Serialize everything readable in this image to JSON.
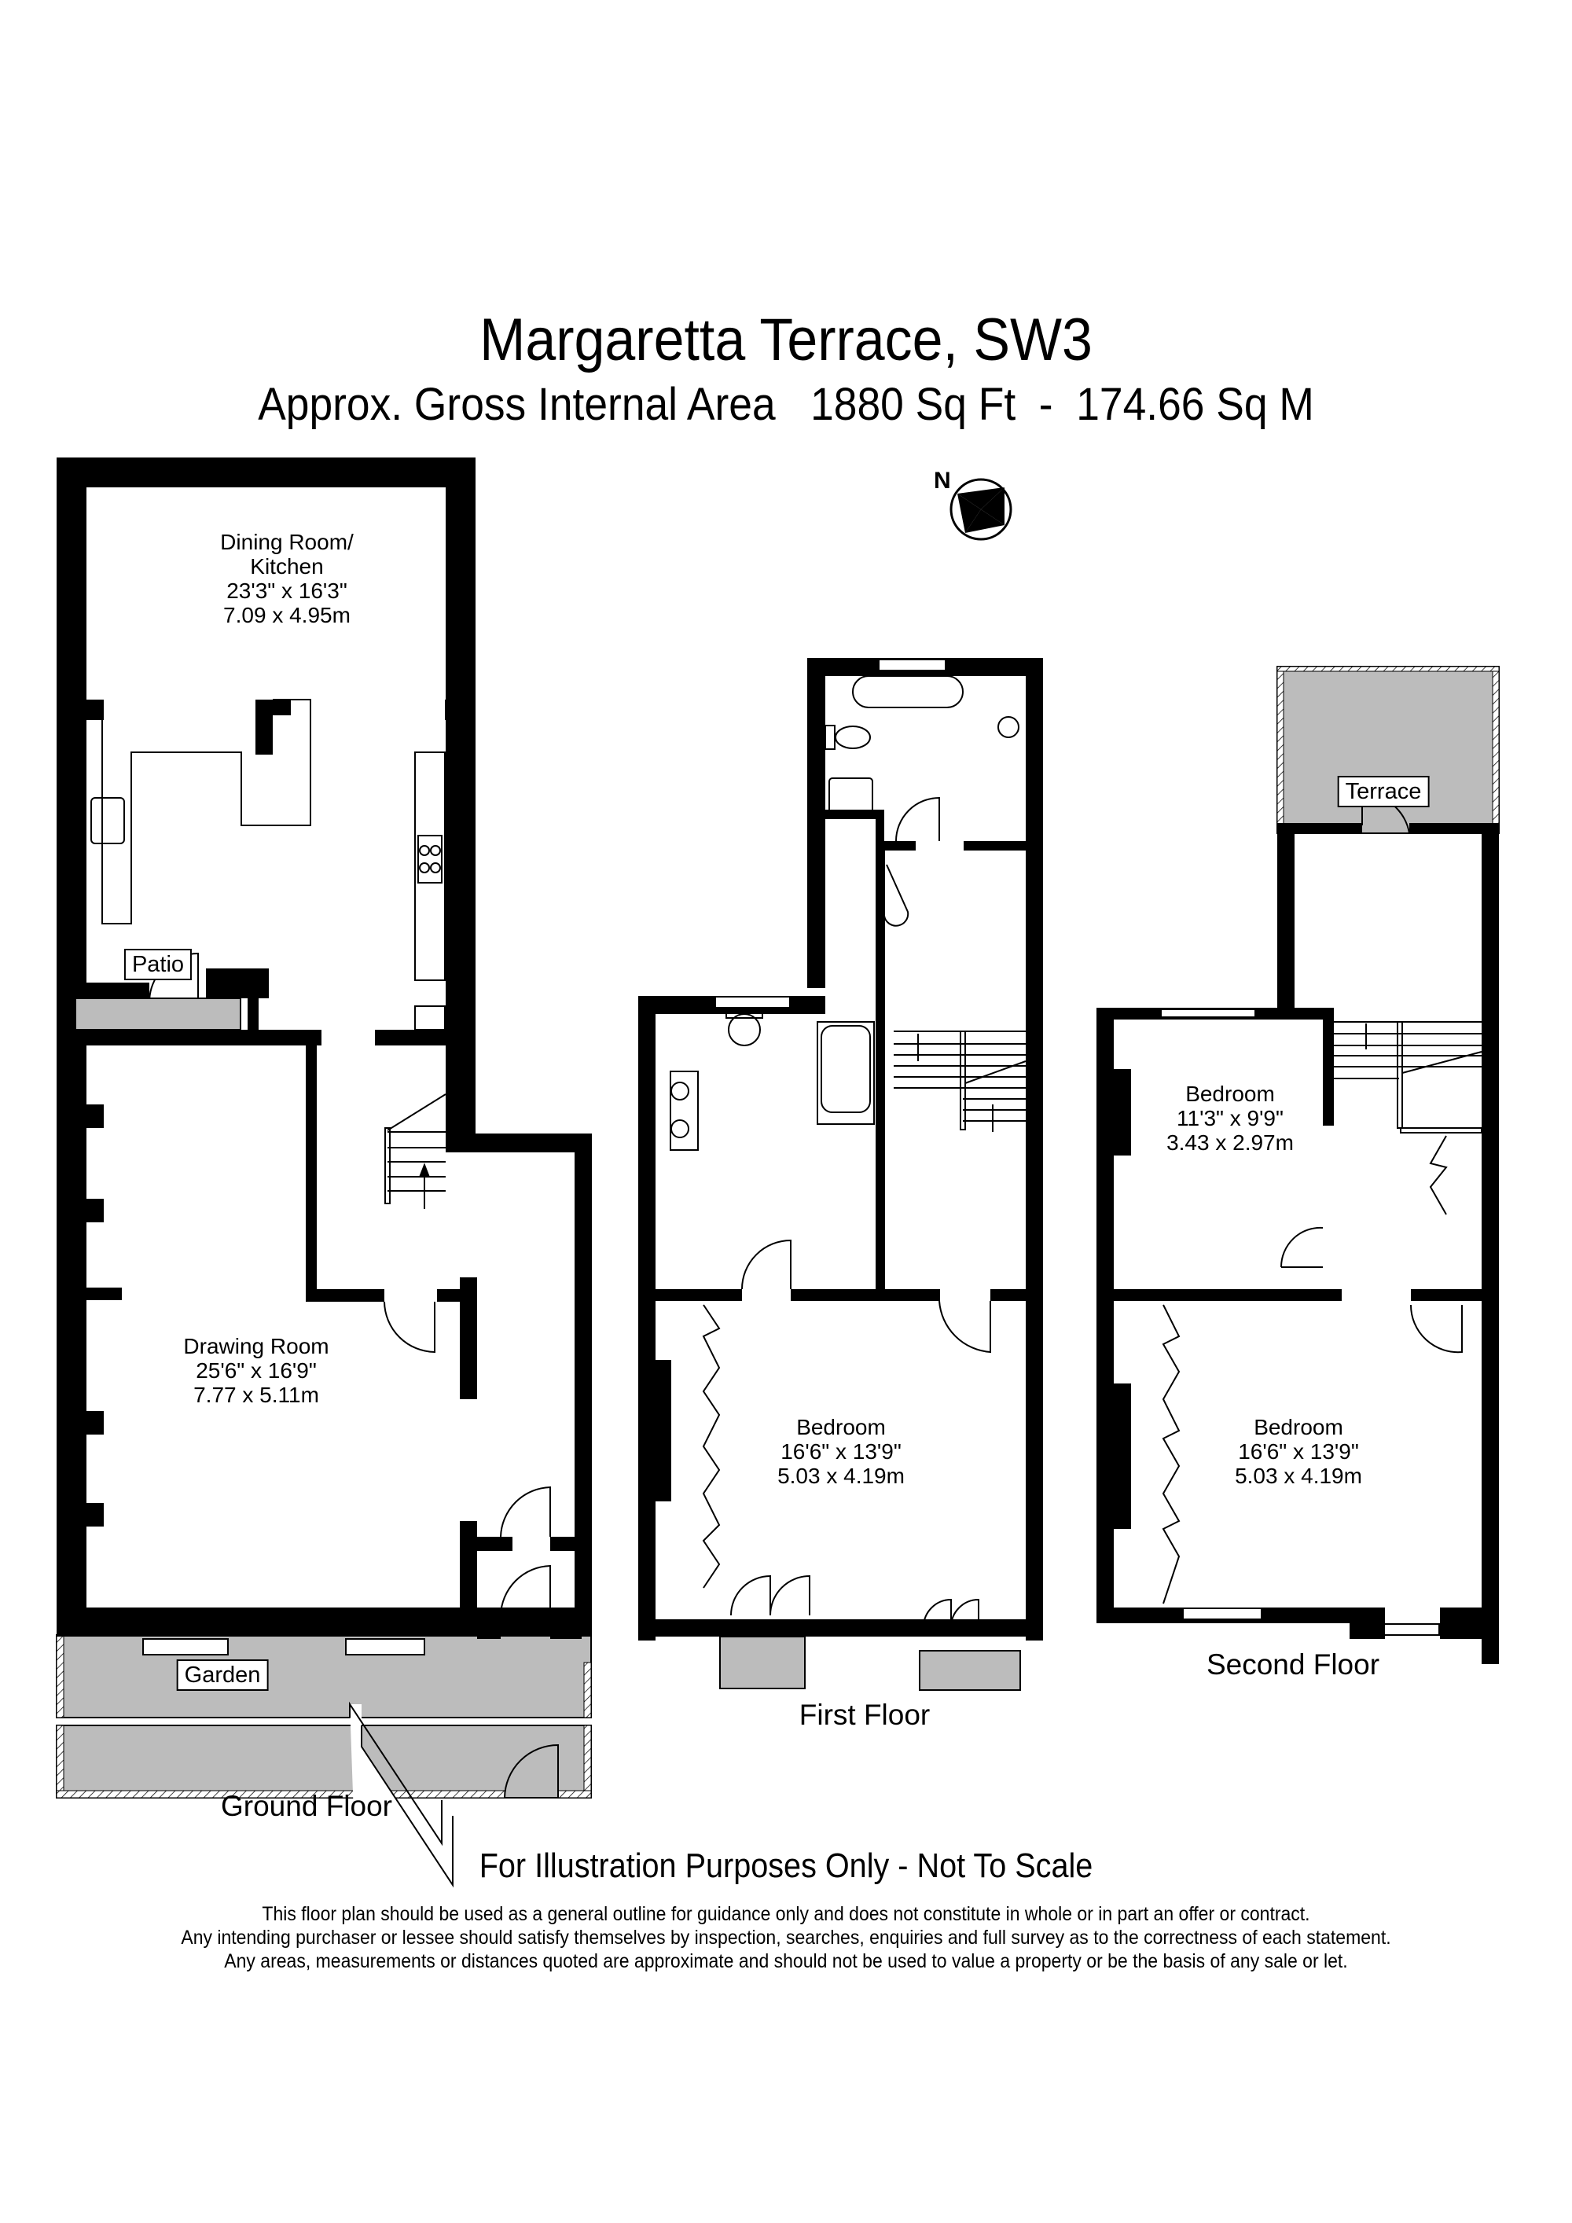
{
  "header": {
    "title": "Margaretta Terrace, SW3",
    "subtitle": "Approx. Gross Internal Area   1880 Sq Ft  -  174.66 Sq M"
  },
  "compass": {
    "label": "N",
    "icon": "compass-rose-icon"
  },
  "floors": {
    "ground": {
      "label": "Ground Floor",
      "rooms": [
        {
          "name": "Dining Room/",
          "name2": "Kitchen",
          "imperial": "23'3\" x 16'3\"",
          "metric": "7.09 x 4.95m"
        },
        {
          "name": "Drawing Room",
          "imperial": "25'6\" x 16'9\"",
          "metric": "7.77 x 5.11m"
        }
      ],
      "tags": {
        "patio": "Patio",
        "garden": "Garden"
      }
    },
    "first": {
      "label": "First Floor",
      "rooms": [
        {
          "name": "Bedroom",
          "imperial": "16'6\" x 13'9\"",
          "metric": "5.03 x 4.19m"
        }
      ]
    },
    "second": {
      "label": "Second Floor",
      "rooms": [
        {
          "name": "Bedroom",
          "imperial": "11'3\" x 9'9\"",
          "metric": "3.43 x 2.97m"
        },
        {
          "name": "Bedroom",
          "imperial": "16'6\" x 13'9\"",
          "metric": "5.03 x 4.19m"
        }
      ],
      "tags": {
        "terrace": "Terrace"
      }
    }
  },
  "footer": {
    "not_to_scale": "For Illustration Purposes Only - Not To Scale",
    "disclaimer": [
      "This floor plan should be used as a general outline for guidance only and does not constitute in whole or in part an offer or contract.",
      "Any intending purchaser or lessee should satisfy themselves by inspection, searches, enquiries and full survey as to the correctness of each statement.",
      "Any areas, measurements or distances quoted are approximate and should not be used to value a property or be the basis of any sale or let."
    ]
  },
  "colors": {
    "wall": "#000000",
    "outdoor": "#bcbcbc",
    "background": "#ffffff"
  }
}
